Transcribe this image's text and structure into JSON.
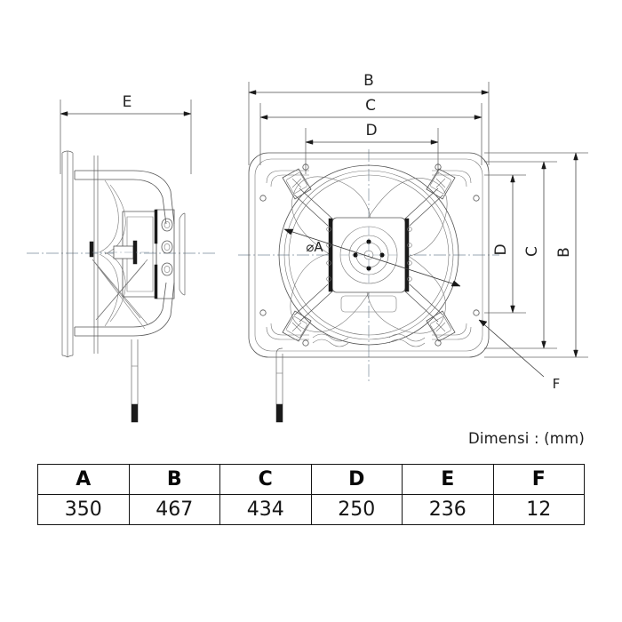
{
  "figure": {
    "kind": "technical-drawing",
    "subject": "exhaust-fan",
    "views": [
      "side-section-view",
      "front-view"
    ]
  },
  "unit_note": "Dimensi : (mm)",
  "dimension_labels": {
    "side_width": "E",
    "front_width_outer": "B",
    "front_width_mid": "C",
    "front_width_inner": "D",
    "front_height_outer": "B",
    "front_height_mid": "C",
    "front_height_inner": "D",
    "diameter": "⌀A",
    "hole": "F"
  },
  "table": {
    "headers": [
      "A",
      "B",
      "C",
      "D",
      "E",
      "F"
    ],
    "values": [
      "350",
      "467",
      "434",
      "250",
      "236",
      "12"
    ]
  },
  "colors": {
    "background": "#ffffff",
    "line": "#555555",
    "heavy_line": "#222222",
    "center_line": "#7a8a9a",
    "text": "#111111",
    "table_border": "#141414"
  }
}
